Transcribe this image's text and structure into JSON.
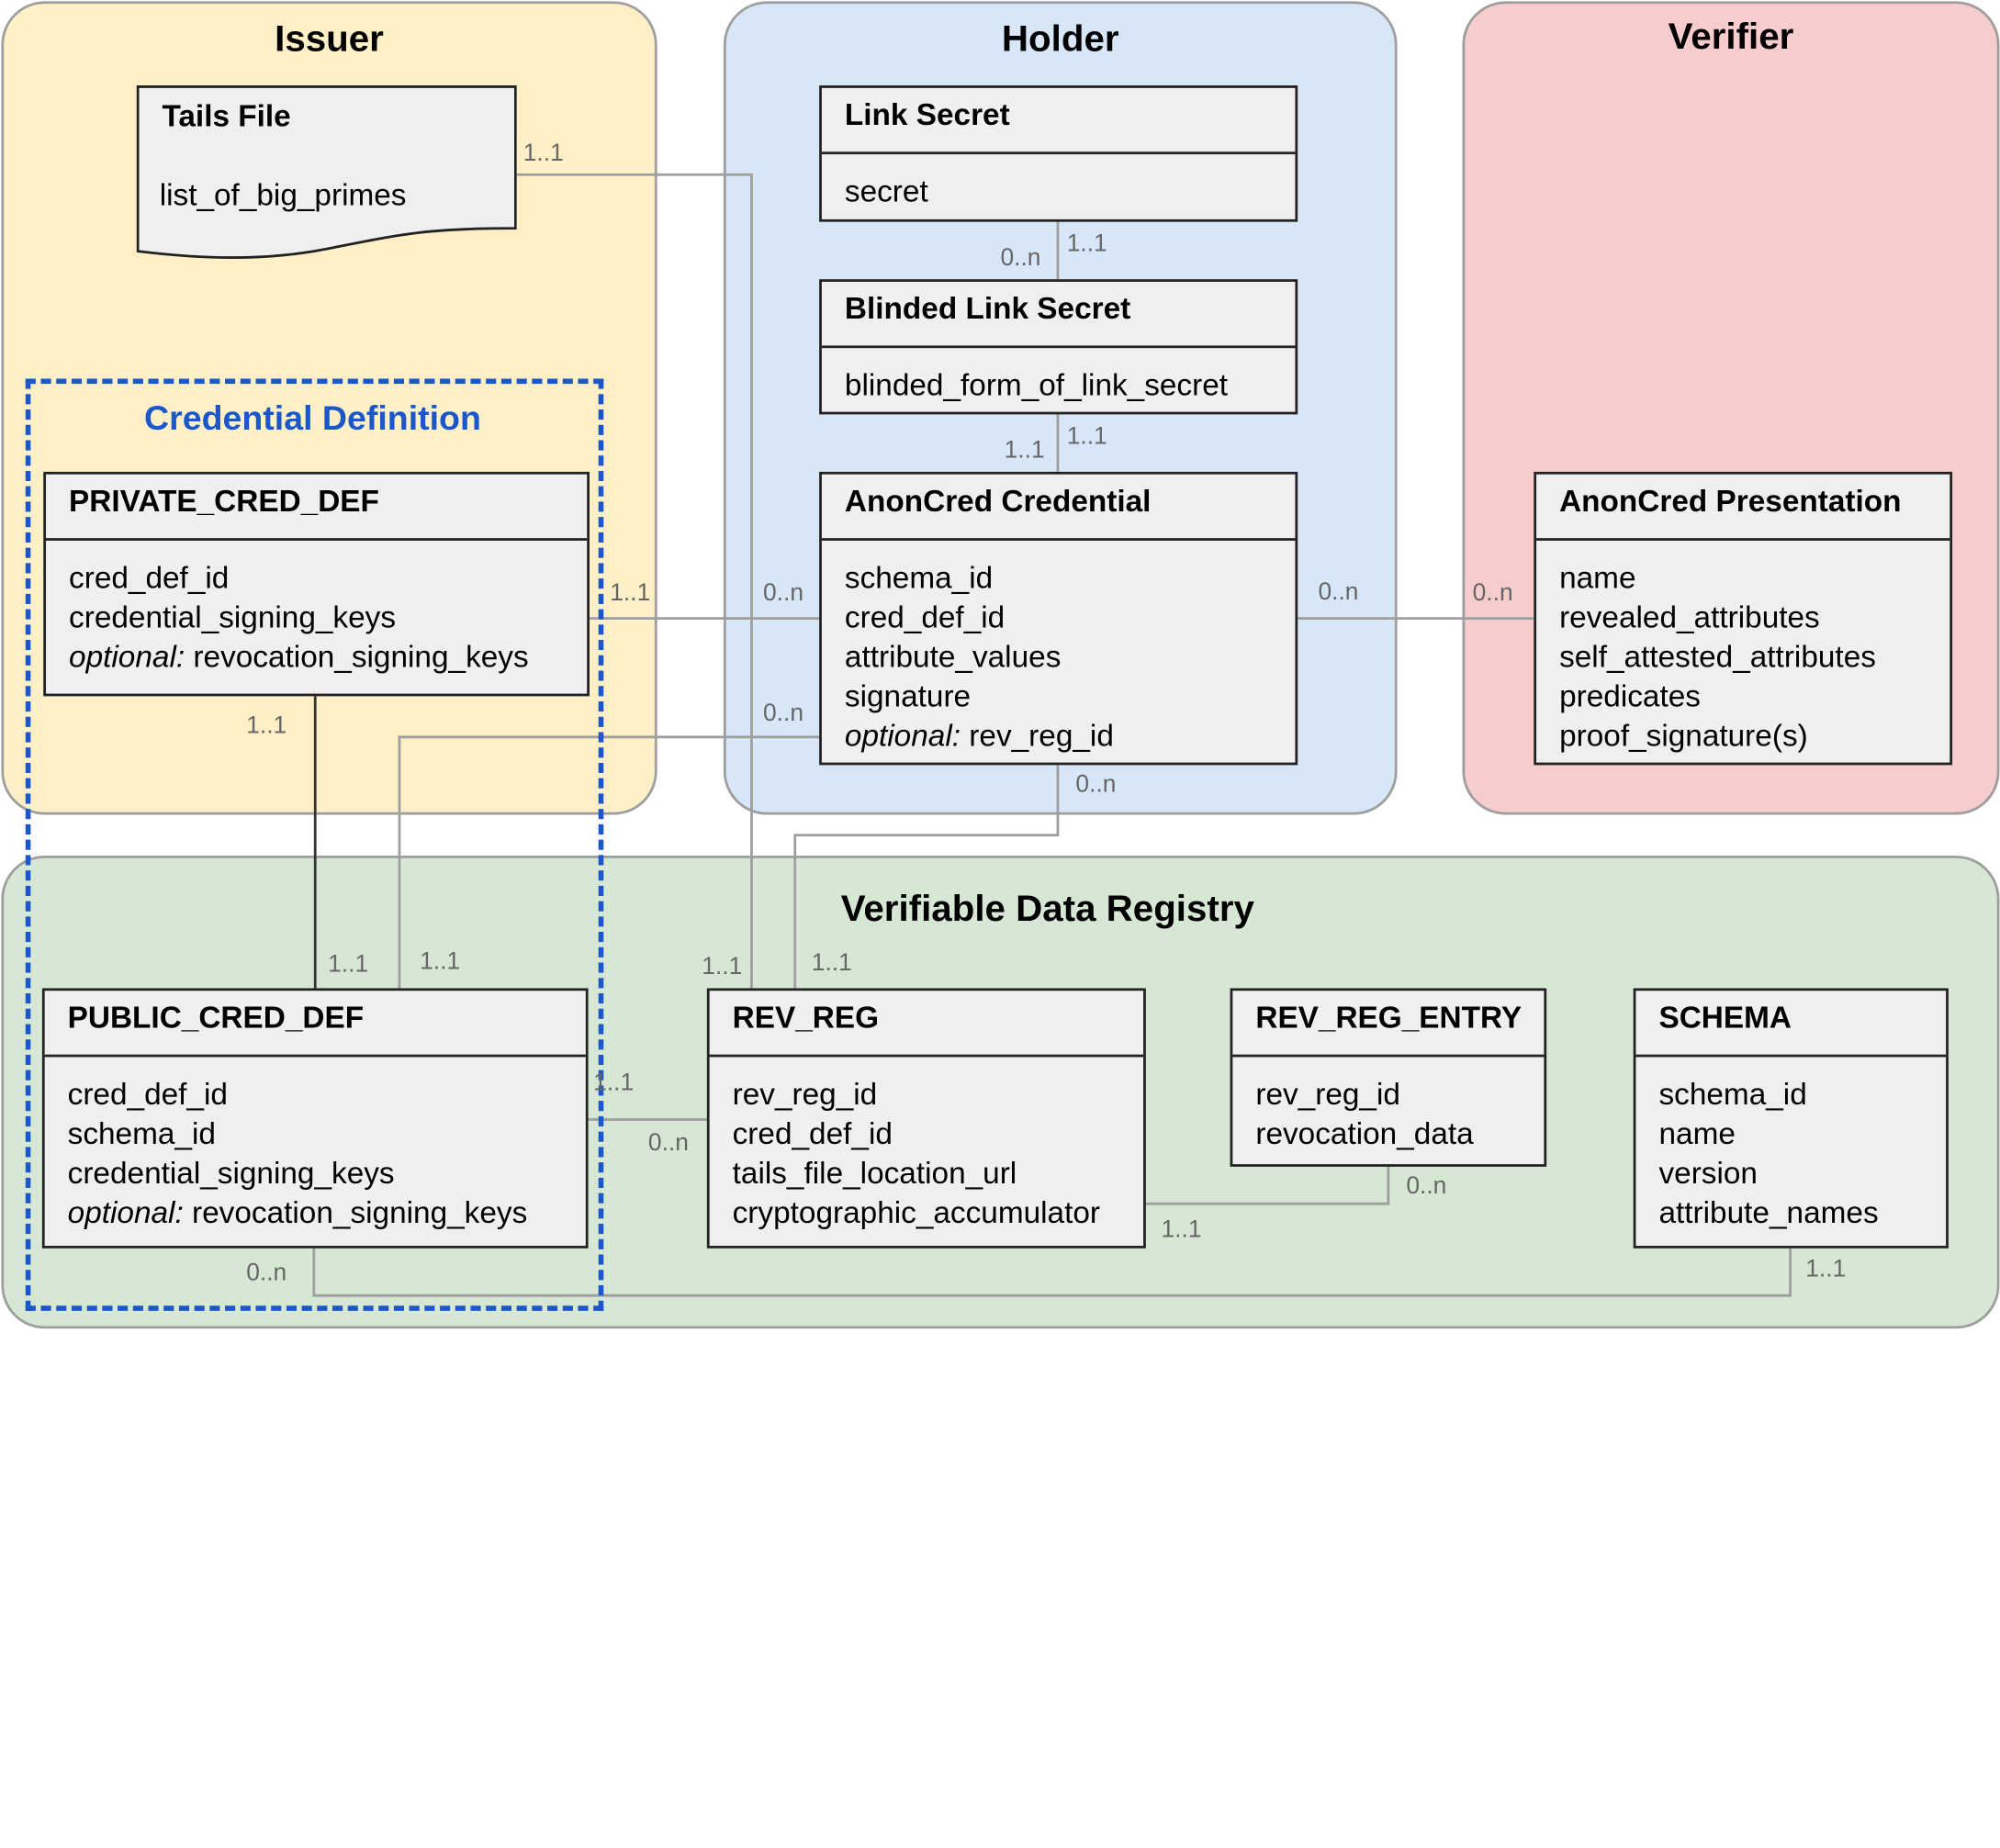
{
  "zones": {
    "issuer": "Issuer",
    "holder": "Holder",
    "verifier": "Verifier",
    "registry": "Verifiable Data Registry"
  },
  "credential_definition": "Credential Definition",
  "entities": {
    "tails_file": {
      "title": "Tails File",
      "fields": [
        "list_of_big_primes"
      ]
    },
    "link_secret": {
      "title": "Link Secret",
      "fields": [
        "secret"
      ]
    },
    "blinded_link_secret": {
      "title": "Blinded Link Secret",
      "fields": [
        "blinded_form_of_link_secret"
      ]
    },
    "anoncred_credential": {
      "title": "AnonCred Credential",
      "fields": [
        "schema_id",
        "cred_def_id",
        "attribute_values",
        "signature"
      ],
      "optional_prefix": "optional:",
      "optional_field": "rev_reg_id"
    },
    "anoncred_presentation": {
      "title": "AnonCred Presentation",
      "fields": [
        "name",
        "revealed_attributes",
        "self_attested_attributes",
        "predicates",
        "proof_signature(s)"
      ]
    },
    "private_cred_def": {
      "title": "PRIVATE_CRED_DEF",
      "fields": [
        "cred_def_id",
        "credential_signing_keys"
      ],
      "optional_prefix": "optional:",
      "optional_field": "revocation_signing_keys"
    },
    "public_cred_def": {
      "title": "PUBLIC_CRED_DEF",
      "fields": [
        "cred_def_id",
        "schema_id",
        "credential_signing_keys"
      ],
      "optional_prefix": "optional:",
      "optional_field": "revocation_signing_keys"
    },
    "rev_reg": {
      "title": "REV_REG",
      "fields": [
        "rev_reg_id",
        "cred_def_id",
        "tails_file_location_url",
        "cryptographic_accumulator"
      ]
    },
    "rev_reg_entry": {
      "title": "REV_REG_ENTRY",
      "fields": [
        "rev_reg_id",
        "revocation_data"
      ]
    },
    "schema": {
      "title": "SCHEMA",
      "fields": [
        "schema_id",
        "name",
        "version",
        "attribute_names"
      ]
    }
  },
  "cardinality": {
    "tails_to_revreg": "1..1",
    "link_secret_below": "1..1",
    "blinded_above": "0..n",
    "blinded_below": "1..1",
    "credential_above": "1..1",
    "private_right": "1..1",
    "credential_left_private": "0..n",
    "credential_left_public": "0..n",
    "credential_right": "0..n",
    "presentation_left": "0..n",
    "private_bottom": "1..1",
    "credential_bottom": "0..n",
    "public_top_private": "1..1",
    "public_top_credential": "1..1",
    "revreg_top_tails": "1..1",
    "revreg_top_credential": "1..1",
    "public_right": "1..1",
    "revreg_left": "0..n",
    "entry_bottom": "0..n",
    "revreg_right": "1..1",
    "public_bottom": "0..n",
    "schema_bottom": "1..1"
  },
  "colors": {
    "issuer_fill": "#fdf0c6",
    "holder_fill": "#d8e7f8",
    "verifier_fill": "#f6cccc",
    "registry_fill": "#d6e8d4",
    "entity_fill": "#efefef",
    "connector": "#9e9e9e",
    "credential_definition_border": "#1c57c9"
  }
}
